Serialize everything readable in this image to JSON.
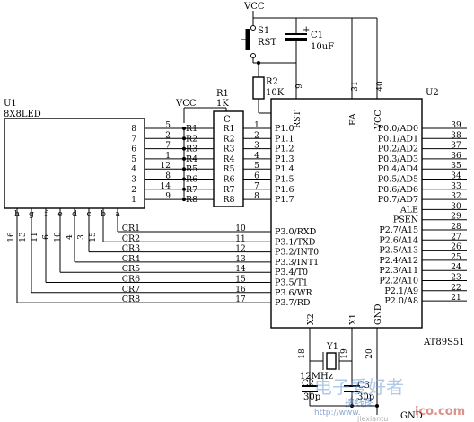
{
  "supply": {
    "top_vcc": "VCC",
    "r1_vcc": "VCC",
    "gnd": "GND"
  },
  "reset": {
    "switch_label": "S1",
    "switch_name": "RST",
    "cap_label": "C1",
    "cap_value": "10uF",
    "cap_plus": "+",
    "res_label": "R2",
    "res_value": "10K"
  },
  "led_matrix": {
    "ref": "U1",
    "name": "8X8LED",
    "right_pins": [
      "8",
      "7",
      "6",
      "5",
      "4",
      "3",
      "2",
      "1"
    ],
    "seg_labels": [
      "h",
      "g",
      "f",
      "e",
      "d",
      "c",
      "b",
      "a"
    ],
    "bottom_pins": [
      "16",
      "13",
      "11",
      "6",
      "10",
      "4",
      "3",
      "15"
    ]
  },
  "row_wiring": {
    "pin_numbers": [
      "5",
      "2",
      "7",
      "1",
      "12",
      "8",
      "14",
      "9"
    ],
    "row_labels": [
      "R1",
      "R2",
      "R3",
      "R4",
      "R5",
      "R6",
      "R7",
      "R8"
    ]
  },
  "resistor_pack": {
    "ref": "R1",
    "value": "1K",
    "common": "C",
    "left_labels": [
      "R1",
      "R2",
      "R3",
      "R4",
      "R5",
      "R6",
      "R7",
      "R8"
    ],
    "right_labels": [
      "R1",
      "R2",
      "R3",
      "R4",
      "R5",
      "R6",
      "R7",
      "R8"
    ]
  },
  "mcu": {
    "ref": "U2",
    "part": "AT89S51",
    "top_pins": [
      {
        "num": "9",
        "name": "RST"
      },
      {
        "num": "31",
        "name": "EA"
      },
      {
        "num": "40",
        "name": "VCC"
      }
    ],
    "left_pins_p1": [
      {
        "num": "1",
        "name": "P1.0"
      },
      {
        "num": "2",
        "name": "P1.1"
      },
      {
        "num": "3",
        "name": "P1.2"
      },
      {
        "num": "4",
        "name": "P1.3"
      },
      {
        "num": "5",
        "name": "P1.4"
      },
      {
        "num": "6",
        "name": "P1.5"
      },
      {
        "num": "7",
        "name": "P1.6"
      },
      {
        "num": "8",
        "name": "P1.7"
      }
    ],
    "left_pins_p3": [
      {
        "num": "10",
        "name": "P3.0/RXD"
      },
      {
        "num": "11",
        "name": "P3.1/TXD"
      },
      {
        "num": "12",
        "name": "P3.2/INT0"
      },
      {
        "num": "13",
        "name": "P3.3/INT1"
      },
      {
        "num": "14",
        "name": "P3.4/T0"
      },
      {
        "num": "15",
        "name": "P3.5/T1"
      },
      {
        "num": "16",
        "name": "P3.6/WR"
      },
      {
        "num": "17",
        "name": "P3.7/RD"
      }
    ],
    "right_pins": [
      {
        "num": "39",
        "name": "P0.0/AD0"
      },
      {
        "num": "38",
        "name": "P0.1/AD1"
      },
      {
        "num": "37",
        "name": "P0.2/AD2"
      },
      {
        "num": "36",
        "name": "P0.3/AD3"
      },
      {
        "num": "35",
        "name": "P0.4/AD4"
      },
      {
        "num": "34",
        "name": "P0.5/AD5"
      },
      {
        "num": "33",
        "name": "P0.6/AD6"
      },
      {
        "num": "32",
        "name": "P0.7/AD7"
      },
      {
        "num": "30",
        "name": "ALE"
      },
      {
        "num": "29",
        "name": "PSEN"
      },
      {
        "num": "28",
        "name": "P2.7/A15"
      },
      {
        "num": "27",
        "name": "P2.6/A14"
      },
      {
        "num": "26",
        "name": "P2.5/A13"
      },
      {
        "num": "25",
        "name": "P2.4/A12"
      },
      {
        "num": "24",
        "name": "P2.3/A11"
      },
      {
        "num": "23",
        "name": "P2.2/A10"
      },
      {
        "num": "22",
        "name": "P2.1/A9"
      },
      {
        "num": "21",
        "name": "P2.0/A8"
      }
    ],
    "bottom_pins": [
      {
        "num": "18",
        "name": "X2"
      },
      {
        "num": "19",
        "name": "X1"
      },
      {
        "num": "20",
        "name": "GND"
      }
    ]
  },
  "cr_labels": [
    "CR1",
    "CR2",
    "CR3",
    "CR4",
    "CR5",
    "CR6",
    "CR7",
    "CR8"
  ],
  "crystal": {
    "ref": "Y1",
    "freq": "12MHz",
    "c2_label": "C2",
    "c2_value": "30p",
    "c3_label": "C3",
    "c3_value": "30p"
  },
  "watermark": {
    "line1": "电子爱好者",
    "line2": "接线图",
    "url": "http://www.",
    "domain": "ico.com",
    "site": "jiexiantu"
  }
}
